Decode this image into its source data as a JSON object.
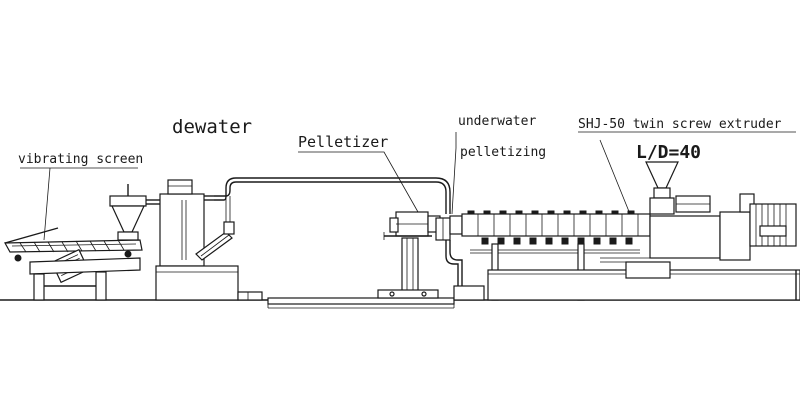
{
  "diagram": {
    "labels": {
      "vibrating_screen": "vibrating screen",
      "dewater": "dewater",
      "pelletizer": "Pelletizer",
      "underwater": "underwater",
      "pelletizing": "pelletizing",
      "extruder": "SHJ-50 twin screw extruder",
      "ld_ratio": "L/D=40"
    }
  }
}
